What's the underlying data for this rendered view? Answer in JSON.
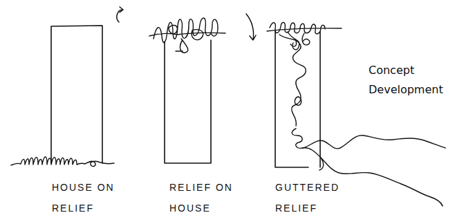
{
  "diagram": {
    "title": "Concept Development",
    "labels": [
      "HOUSE ON RELIEF",
      "RELIEF ON HOUSE",
      "GUTTERED RELIEF"
    ]
  }
}
